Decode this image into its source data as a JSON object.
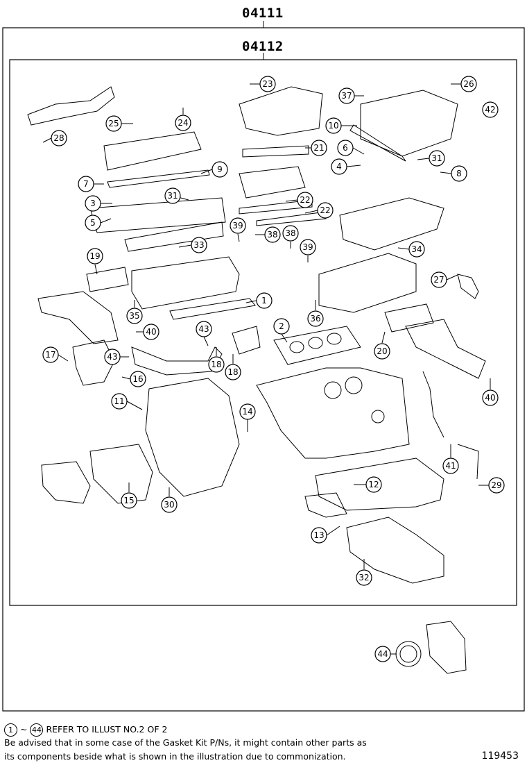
{
  "header": {
    "outer_part_number": "04111",
    "inner_part_number": "04112"
  },
  "footer": {
    "range_start": "1",
    "range_sep": "~",
    "range_end": "44",
    "refer_text": "REFER TO ILLUST NO.2 OF 2",
    "note_line1": "Be advised that in some case of the Gasket Kit P/Ns,  it might contain other parts as",
    "note_line2": "its components beside what is shown in the illustration due to commonization.",
    "illustration_number": "119453"
  },
  "callouts": [
    "23",
    "26",
    "37",
    "42",
    "25",
    "24",
    "10",
    "28",
    "21",
    "6",
    "4",
    "31",
    "8",
    "7",
    "9",
    "31",
    "3",
    "22",
    "5",
    "22",
    "39",
    "38",
    "38",
    "33",
    "39",
    "34",
    "19",
    "1",
    "27",
    "35",
    "36",
    "40",
    "43",
    "2",
    "17",
    "43",
    "16",
    "18",
    "18",
    "20",
    "40",
    "11",
    "14",
    "41",
    "12",
    "15",
    "30",
    "29",
    "13",
    "32",
    "44"
  ]
}
